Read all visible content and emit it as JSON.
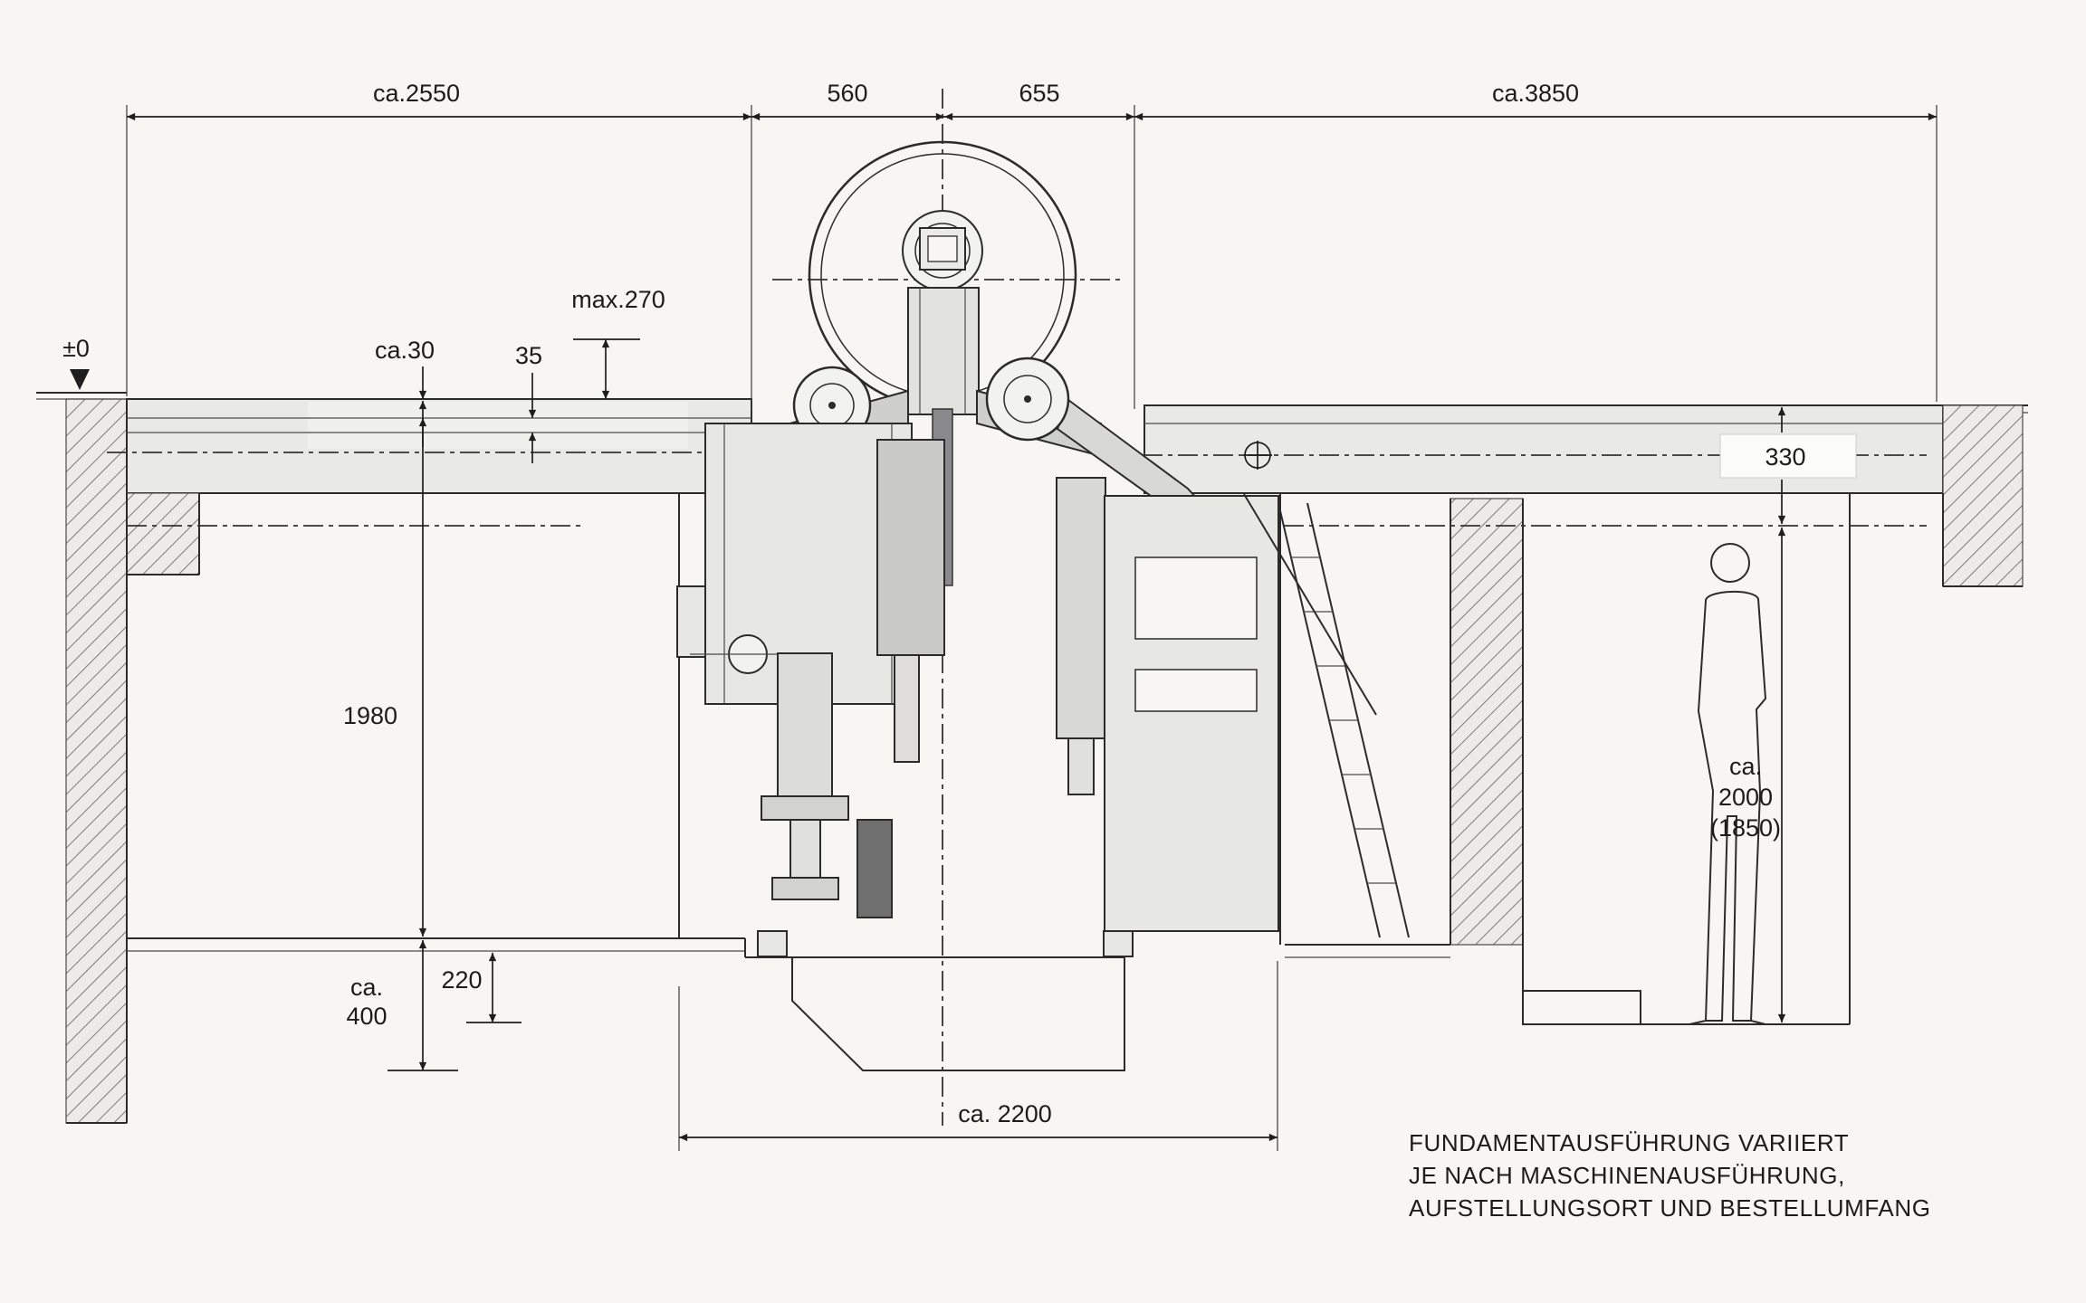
{
  "colors": {
    "paper": "#f7f6f2",
    "line": "#2b2b2b",
    "machine_fill": "#e7e7e4",
    "machine_dark": "#c9c9c6",
    "tool_dark": "#6f6f6f"
  },
  "dimensions": {
    "span_left": "ca.2550",
    "span_mid_left": "560",
    "span_mid_right": "655",
    "span_right": "ca.3850",
    "max_height": "max.270",
    "plate_thickness": "ca.30",
    "plate_offset": "35",
    "datum": "±0",
    "pit_depth": "1980",
    "foundation_depth_line1": "ca.",
    "foundation_depth_line2": "400",
    "slab_thickness": "220",
    "machine_width": "ca. 2200",
    "right_offset": "330",
    "person_height_line1": "ca.",
    "person_height_line2": "2000",
    "person_height_line3": "(1850)"
  },
  "note": {
    "line1": "FUNDAMENTAUSFÜHRUNG VARIIERT",
    "line2": "JE NACH MASCHINENAUSFÜHRUNG,",
    "line3": "AUFSTELLUNGSORT UND BESTELLUMFANG"
  }
}
